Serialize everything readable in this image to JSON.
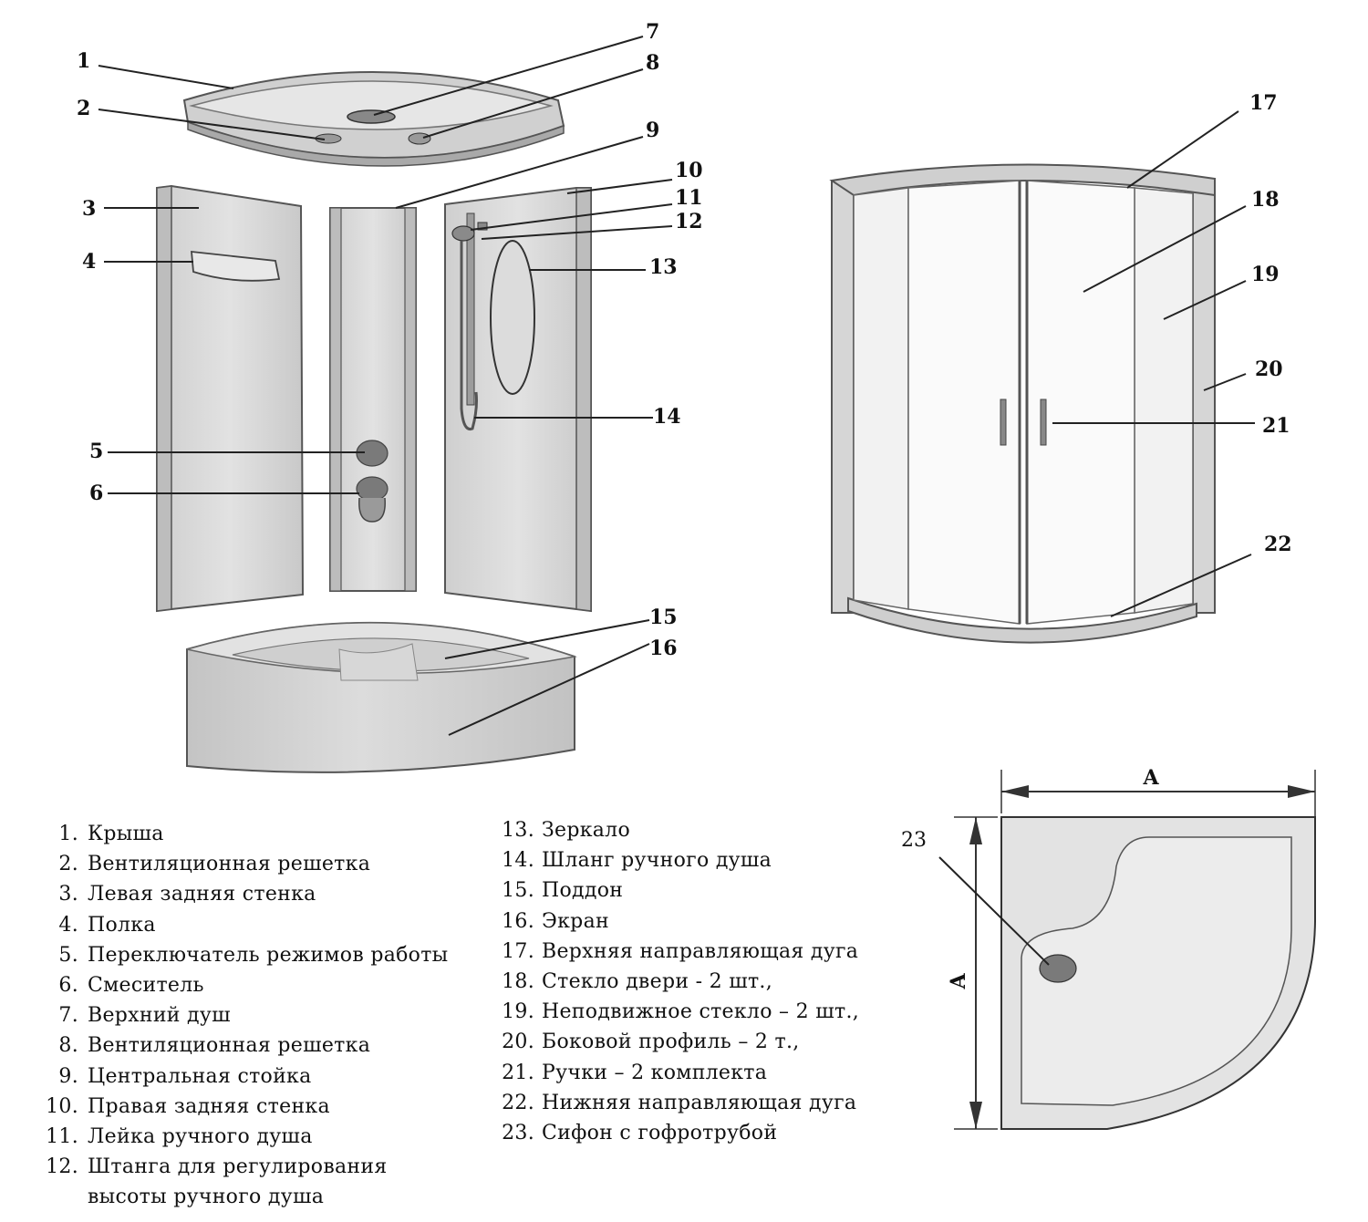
{
  "callouts": {
    "c1": "1",
    "c2": "2",
    "c3": "3",
    "c4": "4",
    "c5": "5",
    "c6": "6",
    "c7": "7",
    "c8": "8",
    "c9": "9",
    "c10": "10",
    "c11": "11",
    "c12": "12",
    "c13": "13",
    "c14": "14",
    "c15": "15",
    "c16": "16",
    "c17": "17",
    "c18": "18",
    "c19": "19",
    "c20": "20",
    "c21": "21",
    "c22": "22",
    "c23": "23"
  },
  "dimensions": {
    "width_label": "A",
    "height_label": "A"
  },
  "legend_left": [
    {
      "num": "1.",
      "text": "Крыша"
    },
    {
      "num": "2.",
      "text": "Вентиляционная решетка"
    },
    {
      "num": "3.",
      "text": "Левая задняя стенка"
    },
    {
      "num": "4.",
      "text": "Полка"
    },
    {
      "num": "5.",
      "text": "Переключатель режимов работы"
    },
    {
      "num": "6.",
      "text": "Смеситель"
    },
    {
      "num": "7.",
      "text": "Верхний душ"
    },
    {
      "num": "8.",
      "text": "Вентиляционная решетка"
    },
    {
      "num": "9.",
      "text": "Центральная стойка"
    },
    {
      "num": "10.",
      "text": "Правая задняя стенка"
    },
    {
      "num": "11.",
      "text": "Лейка ручного душа"
    },
    {
      "num": "12.",
      "text": "Штанга для регулирования"
    }
  ],
  "legend_left_continuation": "высоты ручного душа",
  "legend_right": [
    {
      "num": "13.",
      "text": "Зеркало"
    },
    {
      "num": "14.",
      "text": "Шланг ручного душа"
    },
    {
      "num": "15.",
      "text": "Поддон"
    },
    {
      "num": "16.",
      "text": "Экран"
    },
    {
      "num": "17.",
      "text": "Верхняя направляющая дуга"
    },
    {
      "num": "18.",
      "text": "Стекло двери - 2 шт.,"
    },
    {
      "num": "19.",
      "text": "Неподвижное стекло – 2 шт.,"
    },
    {
      "num": "20.",
      "text": "Боковой профиль – 2 т.,"
    },
    {
      "num": "21.",
      "text": "Ручки – 2 комплекта"
    },
    {
      "num": "22.",
      "text": "Нижняя направляющая дуга"
    },
    {
      "num": "23.",
      "text": "Сифон с гофротрубой"
    }
  ],
  "colors": {
    "panel_fill": "#d9d9d9",
    "panel_dark": "#a8a8a8",
    "outline": "#555555",
    "knob": "#7a7a7a",
    "text": "#111111"
  }
}
